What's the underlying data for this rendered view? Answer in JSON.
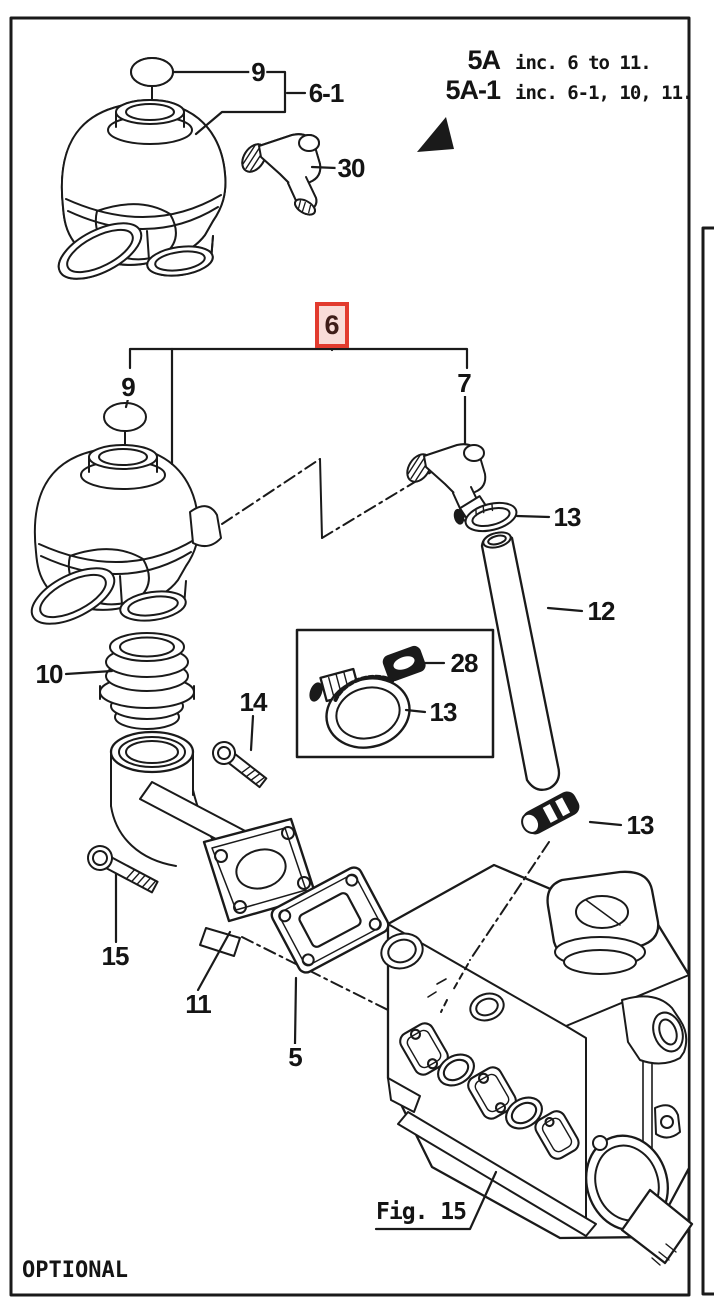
{
  "diagram": {
    "optional_label": "OPTIONAL",
    "figure_ref": "Fig. 15",
    "notes": [
      {
        "code": "5A",
        "includes": "inc. 6 to 11."
      },
      {
        "code": "5A-1",
        "includes": "inc. 6-1, 10, 11."
      }
    ],
    "highlighted_callout": {
      "number": "6",
      "border_color": "#e23b2e",
      "fill_color": "#f9dcd8"
    },
    "callouts": {
      "cap_top": "9",
      "assembly_alt": "6-1",
      "elbow_top": "30",
      "cap": "9",
      "elbow": "7",
      "clamp_a": "13",
      "hose": "12",
      "insert": "28",
      "clamp_detail": "13",
      "connector": "10",
      "bolt_short": "14",
      "bolt_long": "15",
      "flange": "11",
      "gasket": "5",
      "clamp_b": "13"
    },
    "colors": {
      "line": "#1a1a1a",
      "background": "#ffffff"
    }
  }
}
